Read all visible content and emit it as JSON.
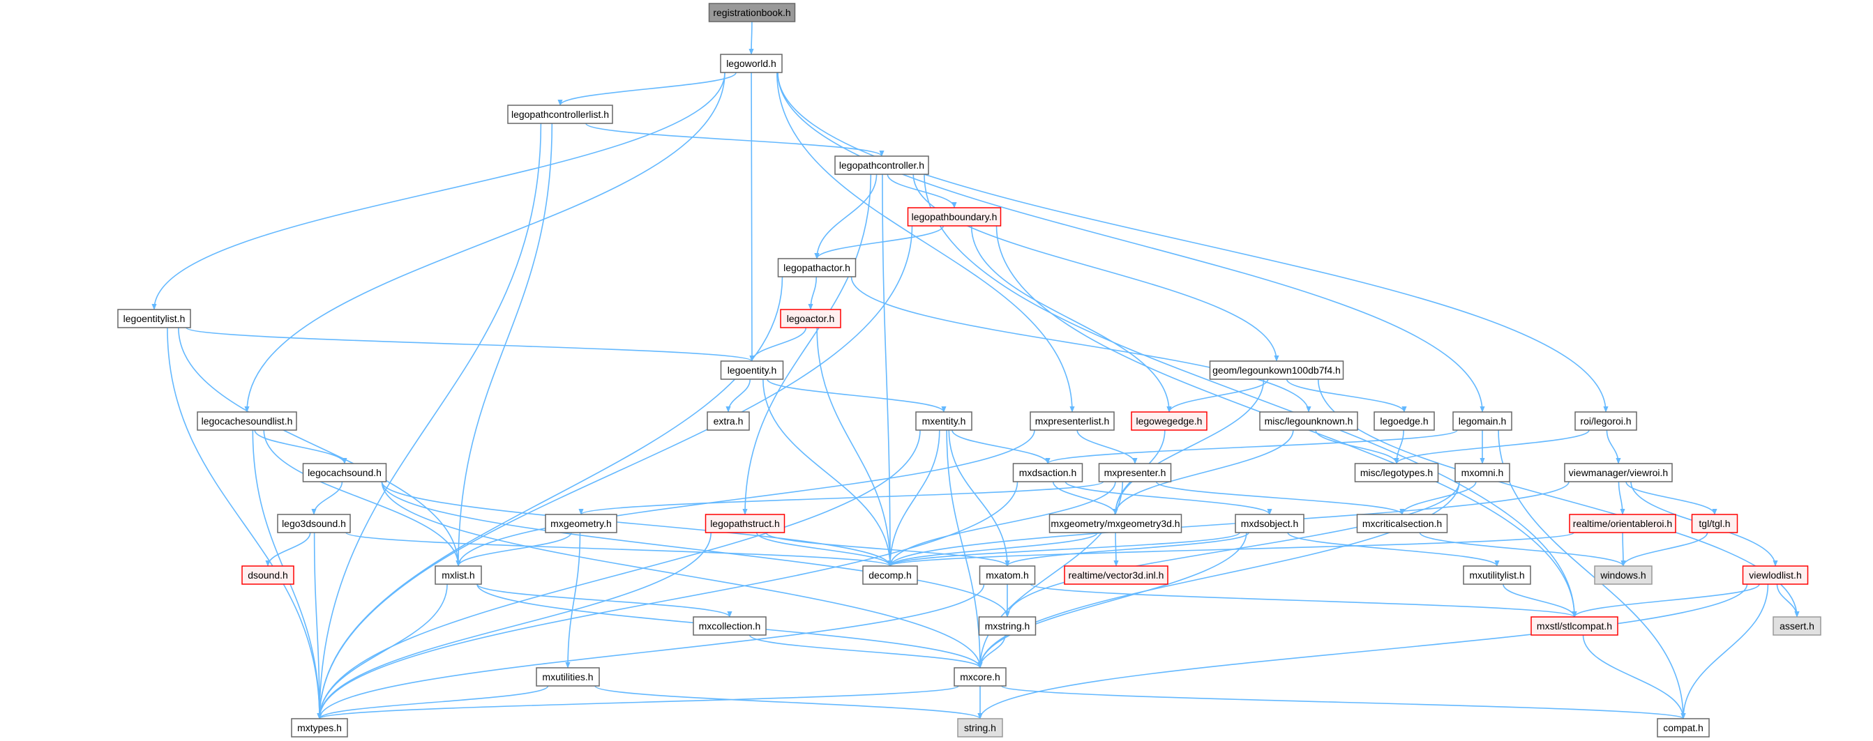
{
  "colors": {
    "edge": "#63b8ff",
    "red_border": "#ff0000",
    "red_fill": "#fff0f0",
    "gray_fill": "#e0e0e0",
    "root_fill": "#999999"
  },
  "nodes": [
    {
      "id": "registrationbook",
      "label": "registrationbook.h",
      "style": "root"
    },
    {
      "id": "legoworld",
      "label": "legoworld.h",
      "style": "normal"
    },
    {
      "id": "legopathcontrollerlist",
      "label": "legopathcontrollerlist.h",
      "style": "normal"
    },
    {
      "id": "legopathcontroller",
      "label": "legopathcontroller.h",
      "style": "normal"
    },
    {
      "id": "legopathboundary",
      "label": "legopathboundary.h",
      "style": "red"
    },
    {
      "id": "legopathactor",
      "label": "legopathactor.h",
      "style": "normal"
    },
    {
      "id": "legoentitylist",
      "label": "legoentitylist.h",
      "style": "normal"
    },
    {
      "id": "legoactor",
      "label": "legoactor.h",
      "style": "red"
    },
    {
      "id": "legoentity",
      "label": "legoentity.h",
      "style": "normal"
    },
    {
      "id": "geom",
      "label": "geom/legounkown100db7f4.h",
      "style": "normal"
    },
    {
      "id": "legocachesoundlist",
      "label": "legocachesoundlist.h",
      "style": "normal"
    },
    {
      "id": "extra",
      "label": "extra.h",
      "style": "normal"
    },
    {
      "id": "mxentity",
      "label": "mxentity.h",
      "style": "normal"
    },
    {
      "id": "mxpresenterlist",
      "label": "mxpresenterlist.h",
      "style": "normal"
    },
    {
      "id": "legowegedge",
      "label": "legowegedge.h",
      "style": "red"
    },
    {
      "id": "legounknown",
      "label": "misc/legounknown.h",
      "style": "normal"
    },
    {
      "id": "legoedge",
      "label": "legoedge.h",
      "style": "normal"
    },
    {
      "id": "legomain",
      "label": "legomain.h",
      "style": "normal"
    },
    {
      "id": "legoroi",
      "label": "roi/legoroi.h",
      "style": "normal"
    },
    {
      "id": "legocachsound",
      "label": "legocachsound.h",
      "style": "normal"
    },
    {
      "id": "mxdsaction",
      "label": "mxdsaction.h",
      "style": "normal"
    },
    {
      "id": "mxpresenter",
      "label": "mxpresenter.h",
      "style": "normal"
    },
    {
      "id": "legotypes",
      "label": "misc/legotypes.h",
      "style": "normal"
    },
    {
      "id": "mxomni",
      "label": "mxomni.h",
      "style": "normal"
    },
    {
      "id": "viewroi",
      "label": "viewmanager/viewroi.h",
      "style": "normal"
    },
    {
      "id": "lego3dsound",
      "label": "lego3dsound.h",
      "style": "normal"
    },
    {
      "id": "mxgeometry",
      "label": "mxgeometry.h",
      "style": "normal"
    },
    {
      "id": "legopathstruct",
      "label": "legopathstruct.h",
      "style": "red"
    },
    {
      "id": "mxgeometry3d",
      "label": "mxgeometry/mxgeometry3d.h",
      "style": "normal"
    },
    {
      "id": "mxdsobject",
      "label": "mxdsobject.h",
      "style": "normal"
    },
    {
      "id": "mxcriticalsection",
      "label": "mxcriticalsection.h",
      "style": "normal"
    },
    {
      "id": "orientableroi",
      "label": "realtime/orientableroi.h",
      "style": "red"
    },
    {
      "id": "tgl",
      "label": "tgl/tgl.h",
      "style": "red"
    },
    {
      "id": "dsound",
      "label": "dsound.h",
      "style": "red"
    },
    {
      "id": "mxlist",
      "label": "mxlist.h",
      "style": "normal"
    },
    {
      "id": "decomp",
      "label": "decomp.h",
      "style": "normal"
    },
    {
      "id": "mxatom",
      "label": "mxatom.h",
      "style": "normal"
    },
    {
      "id": "vector3d",
      "label": "realtime/vector3d.inl.h",
      "style": "red"
    },
    {
      "id": "mxutilitylist",
      "label": "mxutilitylist.h",
      "style": "normal"
    },
    {
      "id": "windows",
      "label": "windows.h",
      "style": "gray"
    },
    {
      "id": "viewlodlist",
      "label": "viewlodlist.h",
      "style": "red"
    },
    {
      "id": "mxcollection",
      "label": "mxcollection.h",
      "style": "normal"
    },
    {
      "id": "mxstring",
      "label": "mxstring.h",
      "style": "normal"
    },
    {
      "id": "stlcompat",
      "label": "mxstl/stlcompat.h",
      "style": "red"
    },
    {
      "id": "assert",
      "label": "assert.h",
      "style": "gray"
    },
    {
      "id": "mxutilities",
      "label": "mxutilities.h",
      "style": "normal"
    },
    {
      "id": "mxcore",
      "label": "mxcore.h",
      "style": "normal"
    },
    {
      "id": "mxtypes",
      "label": "mxtypes.h",
      "style": "normal"
    },
    {
      "id": "string",
      "label": "string.h",
      "style": "gray"
    },
    {
      "id": "compat",
      "label": "compat.h",
      "style": "normal"
    }
  ],
  "edges": [
    [
      "registrationbook",
      "legoworld"
    ],
    [
      "legoworld",
      "legopathcontrollerlist"
    ],
    [
      "legoworld",
      "legoentity"
    ],
    [
      "legoworld",
      "legoentitylist"
    ],
    [
      "legoworld",
      "legocachesoundlist"
    ],
    [
      "legoworld",
      "mxpresenterlist"
    ],
    [
      "legoworld",
      "legomain"
    ],
    [
      "legoworld",
      "legoroi"
    ],
    [
      "legopathcontrollerlist",
      "legopathcontroller"
    ],
    [
      "legopathcontrollerlist",
      "mxlist"
    ],
    [
      "legopathcontrollerlist",
      "mxtypes"
    ],
    [
      "legopathcontroller",
      "legopathboundary"
    ],
    [
      "legopathcontroller",
      "legopathactor"
    ],
    [
      "legopathcontroller",
      "decomp"
    ],
    [
      "legopathcontroller",
      "legopathstruct"
    ],
    [
      "legopathcontroller",
      "geom"
    ],
    [
      "legopathcontroller",
      "stlcompat"
    ],
    [
      "legopathboundary",
      "legopathactor"
    ],
    [
      "legopathboundary",
      "mxtypes"
    ],
    [
      "legopathboundary",
      "legowegedge"
    ],
    [
      "legopathboundary",
      "stlcompat"
    ],
    [
      "legopathactor",
      "legoactor"
    ],
    [
      "legopathactor",
      "mxtypes"
    ],
    [
      "legopathactor",
      "legounknown"
    ],
    [
      "legoactor",
      "legoentity"
    ],
    [
      "legoactor",
      "decomp"
    ],
    [
      "legoentitylist",
      "legoentity"
    ],
    [
      "legoentitylist",
      "mxlist"
    ],
    [
      "legoentitylist",
      "mxtypes"
    ],
    [
      "legoentity",
      "extra"
    ],
    [
      "legoentity",
      "mxentity"
    ],
    [
      "legoentity",
      "decomp"
    ],
    [
      "mxentity",
      "mxdsaction"
    ],
    [
      "mxentity",
      "mxatom"
    ],
    [
      "mxentity",
      "mxcore"
    ],
    [
      "mxentity",
      "decomp"
    ],
    [
      "mxentity",
      "mxtypes"
    ],
    [
      "geom",
      "legowegedge"
    ],
    [
      "geom",
      "legoedge"
    ],
    [
      "geom",
      "mxgeometry3d"
    ],
    [
      "geom",
      "assert"
    ],
    [
      "legocachesoundlist",
      "legocachsound"
    ],
    [
      "legocachesoundlist",
      "mxlist"
    ],
    [
      "legocachesoundlist",
      "mxtypes"
    ],
    [
      "legocachsound",
      "lego3dsound"
    ],
    [
      "legocachsound",
      "decomp"
    ],
    [
      "legocachsound",
      "mxstring"
    ],
    [
      "legocachsound",
      "mxcore"
    ],
    [
      "lego3dsound",
      "dsound"
    ],
    [
      "lego3dsound",
      "decomp"
    ],
    [
      "lego3dsound",
      "mxtypes"
    ],
    [
      "mxpresenterlist",
      "mxpresenter"
    ],
    [
      "mxpresenterlist",
      "mxlist"
    ],
    [
      "legowegedge",
      "mxgeometry3d"
    ],
    [
      "legounknown",
      "legotypes"
    ],
    [
      "legounknown",
      "mxgeometry3d"
    ],
    [
      "legoedge",
      "legotypes"
    ],
    [
      "legomain",
      "mxomni"
    ],
    [
      "legomain",
      "mxdsaction"
    ],
    [
      "legomain",
      "compat"
    ],
    [
      "legoroi",
      "viewroi"
    ],
    [
      "legoroi",
      "legotypes"
    ],
    [
      "mxdsaction",
      "mxgeometry3d"
    ],
    [
      "mxdsaction",
      "mxdsobject"
    ],
    [
      "mxdsaction",
      "mxtypes"
    ],
    [
      "mxpresenter",
      "mxcriticalsection"
    ],
    [
      "mxpresenter",
      "mxgeometry"
    ],
    [
      "mxpresenter",
      "decomp"
    ],
    [
      "mxpresenter",
      "mxcore"
    ],
    [
      "mxomni",
      "mxcriticalsection"
    ],
    [
      "mxomni",
      "mxstring"
    ],
    [
      "mxomni",
      "mxcore"
    ],
    [
      "viewroi",
      "orientableroi"
    ],
    [
      "viewroi",
      "tgl"
    ],
    [
      "viewroi",
      "viewlodlist"
    ],
    [
      "viewroi",
      "decomp"
    ],
    [
      "mxgeometry",
      "mxlist"
    ],
    [
      "mxgeometry",
      "mxutilities"
    ],
    [
      "legopathstruct",
      "decomp"
    ],
    [
      "legopathstruct",
      "mxatom"
    ],
    [
      "legopathstruct",
      "mxtypes"
    ],
    [
      "mxgeometry3d",
      "decomp"
    ],
    [
      "mxgeometry3d",
      "vector3d"
    ],
    [
      "mxdsobject",
      "decomp"
    ],
    [
      "mxdsobject",
      "mxatom"
    ],
    [
      "mxdsobject",
      "mxutilitylist"
    ],
    [
      "mxdsobject",
      "mxcore"
    ],
    [
      "mxcriticalsection",
      "windows"
    ],
    [
      "orientableroi",
      "windows"
    ],
    [
      "orientableroi",
      "decomp"
    ],
    [
      "tgl",
      "windows"
    ],
    [
      "mxlist",
      "mxtypes"
    ],
    [
      "mxlist",
      "mxcollection"
    ],
    [
      "mxlist",
      "mxcore"
    ],
    [
      "mxcollection",
      "mxcore"
    ],
    [
      "mxutilities",
      "mxtypes"
    ],
    [
      "mxutilities",
      "string"
    ],
    [
      "mxatom",
      "mxstring"
    ],
    [
      "mxatom",
      "stlcompat"
    ],
    [
      "mxatom",
      "mxtypes"
    ],
    [
      "mxutilitylist",
      "stlcompat"
    ],
    [
      "viewlodlist",
      "stlcompat"
    ],
    [
      "viewlodlist",
      "assert"
    ],
    [
      "viewlodlist",
      "compat"
    ],
    [
      "viewlodlist",
      "string"
    ],
    [
      "mxstring",
      "mxcore"
    ],
    [
      "stlcompat",
      "compat"
    ],
    [
      "mxcore",
      "mxtypes"
    ],
    [
      "mxcore",
      "string"
    ],
    [
      "mxcore",
      "compat"
    ]
  ]
}
